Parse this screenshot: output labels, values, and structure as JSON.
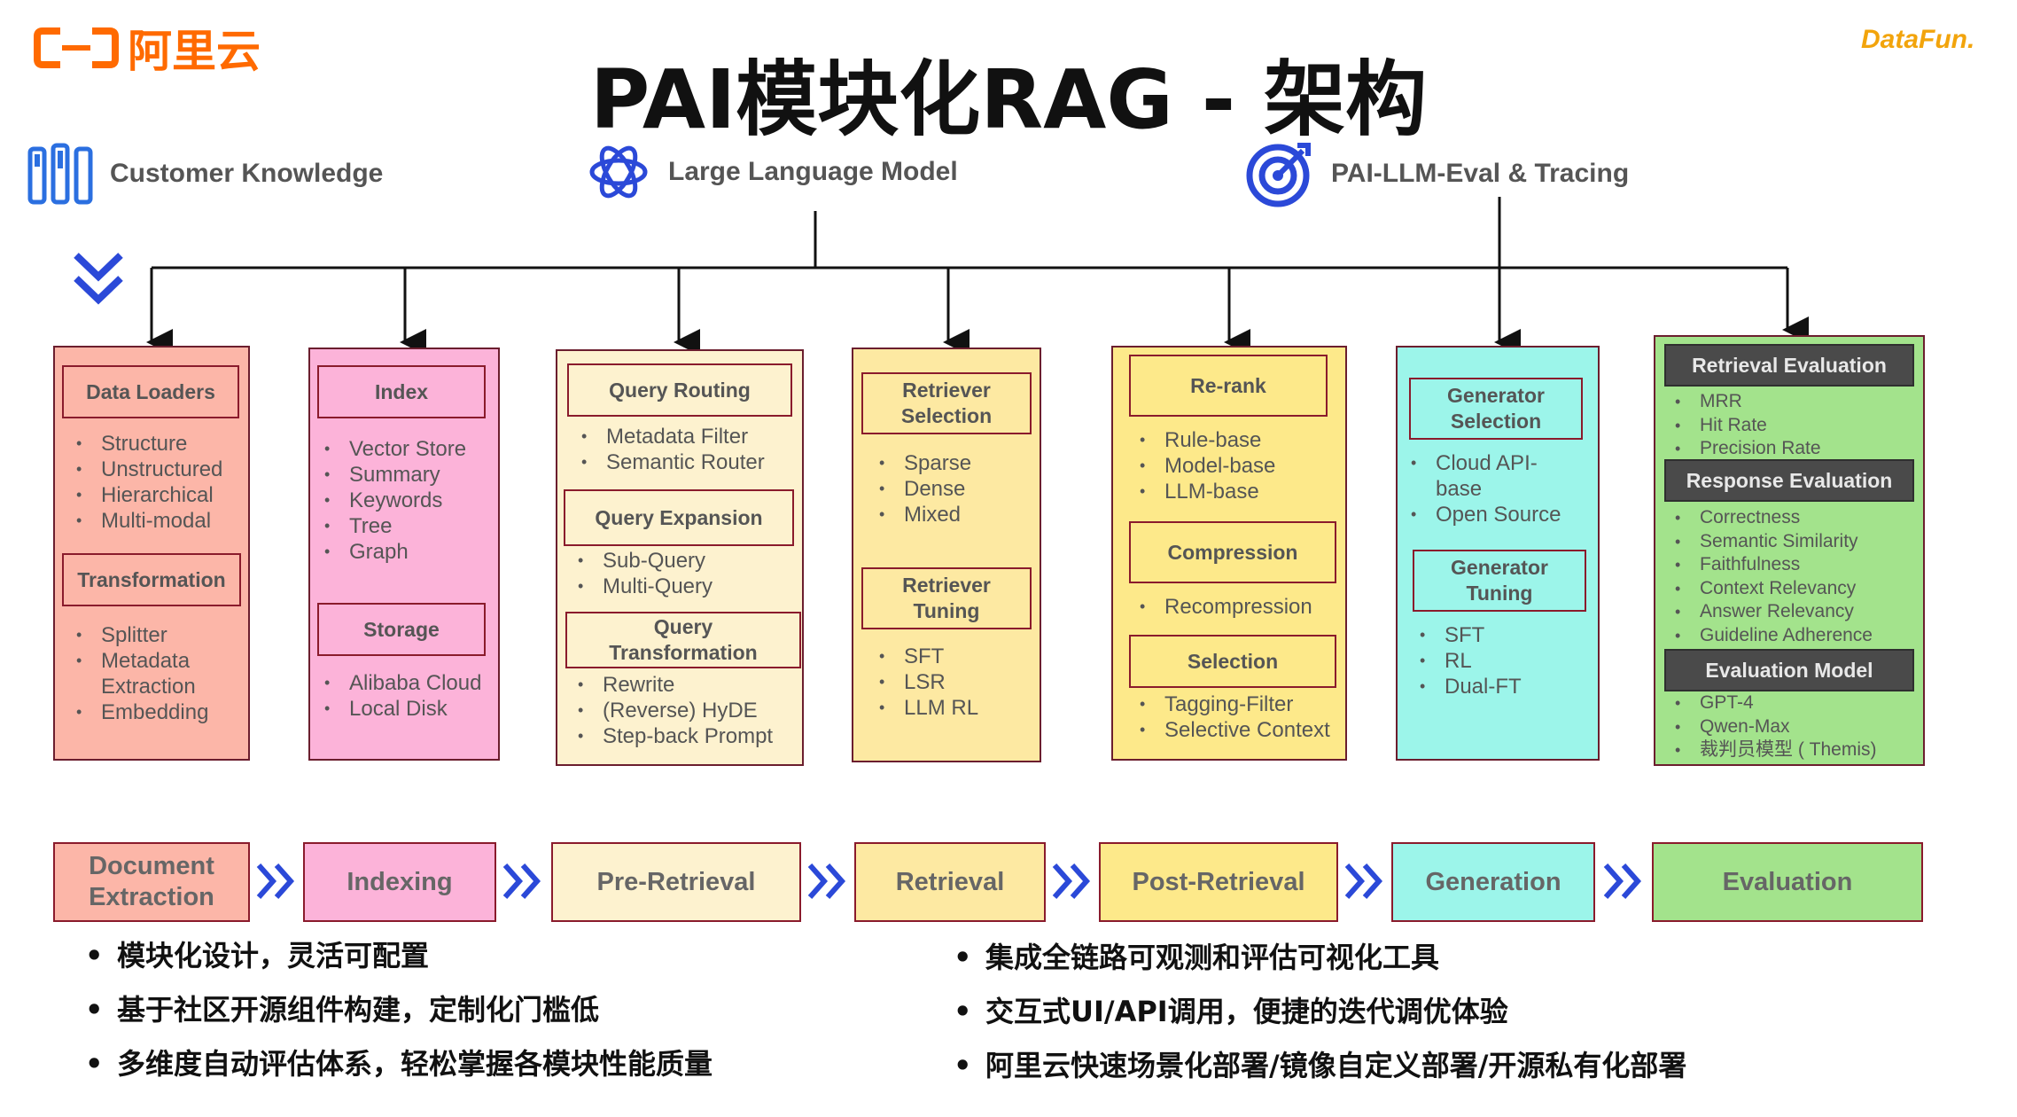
{
  "brand": {
    "aliyun": "阿里云",
    "datafun": "DataFun."
  },
  "title": "PAI模块化RAG - 架构",
  "topics": [
    {
      "label": "Customer Knowledge",
      "icon": "stacked-bars-icon"
    },
    {
      "label": "Large Language Model",
      "icon": "openai-knot-icon"
    },
    {
      "label": "PAI-LLM-Eval & Tracing",
      "icon": "target-icon"
    }
  ],
  "colors": {
    "salmon": "#fcb6a8",
    "pink": "#fcb3d9",
    "cream": "#fdf2cf",
    "lightyellow": "#fde9a2",
    "yellow": "#fde98a",
    "cyan": "#9cf5ea",
    "green": "#a3e38c",
    "border": "#8a1b2c",
    "blue": "#2b49d8"
  },
  "columns": [
    {
      "color": "#fcb6a8",
      "sections": [
        {
          "title": "Data Loaders",
          "items": [
            "Structure",
            "Unstructured",
            "Hierarchical",
            "Multi-modal"
          ]
        },
        {
          "title": "Transformation",
          "items": [
            "Splitter",
            "Metadata Extraction",
            "Embedding"
          ]
        }
      ]
    },
    {
      "color": "#fcb3d9",
      "sections": [
        {
          "title": "Index",
          "items": [
            "Vector Store",
            "Summary",
            "Keywords",
            "Tree",
            "Graph"
          ]
        },
        {
          "title": "Storage",
          "items": [
            "Alibaba Cloud",
            "Local Disk"
          ]
        }
      ]
    },
    {
      "color": "#fdf2cf",
      "sections": [
        {
          "title": "Query Routing",
          "items": [
            "Metadata Filter",
            "Semantic Router"
          ]
        },
        {
          "title": "Query Expansion",
          "items": [
            "Sub-Query",
            "Multi-Query"
          ]
        },
        {
          "title": "Query Transformation",
          "items": [
            "Rewrite",
            "(Reverse) HyDE",
            "Step-back Prompt"
          ]
        }
      ]
    },
    {
      "color": "#fde9a2",
      "sections": [
        {
          "title": "Retriever Selection",
          "items": [
            "Sparse",
            "Dense",
            "Mixed"
          ]
        },
        {
          "title": "Retriever Tuning",
          "items": [
            "SFT",
            "LSR",
            "LLM RL"
          ]
        }
      ]
    },
    {
      "color": "#fde98a",
      "sections": [
        {
          "title": "Re-rank",
          "items": [
            "Rule-base",
            "Model-base",
            "LLM-base"
          ]
        },
        {
          "title": "Compression",
          "items": [
            "Recompression"
          ]
        },
        {
          "title": "Selection",
          "items": [
            "Tagging-Filter",
            "Selective Context"
          ]
        }
      ]
    },
    {
      "color": "#9cf5ea",
      "sections": [
        {
          "title": "Generator Selection",
          "items": [
            "Cloud API-base",
            "Open Source"
          ]
        },
        {
          "title": "Generator Tuning",
          "items": [
            "SFT",
            "RL",
            "Dual-FT"
          ]
        }
      ]
    },
    {
      "color": "#a3e38c",
      "sections": [
        {
          "title": "Retrieval Evaluation",
          "items": [
            "MRR",
            "Hit Rate",
            "Precision Rate"
          ]
        },
        {
          "title": "Response Evaluation",
          "items": [
            "Correctness",
            "Semantic Similarity",
            "Faithfulness",
            "Context Relevancy",
            "Answer Relevancy",
            "Guideline Adherence"
          ]
        },
        {
          "title": "Evaluation Model",
          "items": [
            "GPT-4",
            "Qwen-Max",
            "裁判员模型 ( Themis)"
          ]
        }
      ]
    }
  ],
  "stages": [
    "Document Extraction",
    "Indexing",
    "Pre-Retrieval",
    "Retrieval",
    "Post-Retrieval",
    "Generation",
    "Evaluation"
  ],
  "bullets_left": [
    "模块化设计，灵活可配置",
    "基于社区开源组件构建，定制化门槛低",
    "多维度自动评估体系，轻松掌握各模块性能质量"
  ],
  "bullets_right": [
    "集成全链路可观测和评估可视化工具",
    "交互式UI/API调用，便捷的迭代调优体验",
    "阿里云快速场景化部署/镜像自定义部署/开源私有化部署"
  ]
}
